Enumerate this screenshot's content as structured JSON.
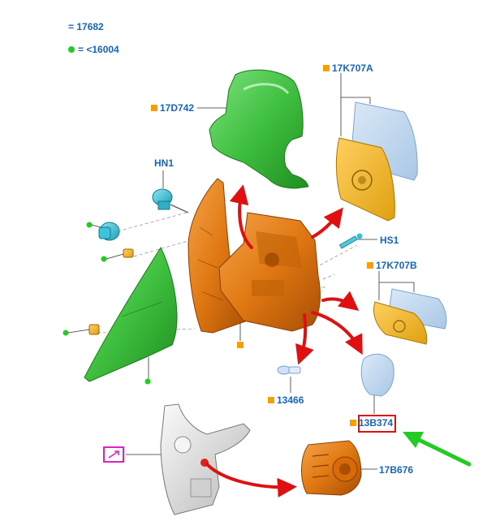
{
  "legend": {
    "orange_square": {
      "symbol": "orange-square",
      "text": "= 17682"
    },
    "green_dot": {
      "symbol": "green-dot",
      "text": "= <16004"
    }
  },
  "parts": {
    "p17D742": "17D742",
    "p17K707A": "17K707A",
    "pHN1": "HN1",
    "pHS1": "HS1",
    "p17K707B": "17K707B",
    "p13466": "13466",
    "p13B374": "13B374",
    "p17B676": "17B676"
  },
  "highlight": {
    "part": "13B374",
    "color": "#e01010"
  },
  "colors": {
    "label_blue": "#1565c0",
    "orange_marker": "#f5a000",
    "green_marker": "#22cc22",
    "arrow_red": "#e01010",
    "pointer_green": "#22cc22",
    "cover_green": "#3fbf3f",
    "housing_orange": "#e07812",
    "glass_blue": "#b9d3ec",
    "cyan_part": "#38c0d8",
    "sheet_magenta": "#e020c0"
  },
  "icons": [
    "sheet-metal-icon"
  ]
}
